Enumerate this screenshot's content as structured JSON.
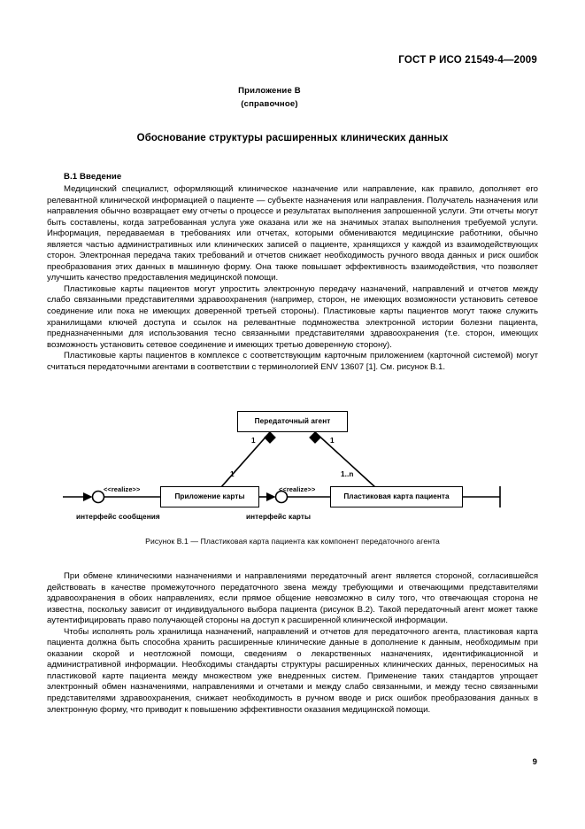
{
  "document": {
    "running_head": "ГОСТ Р ИСО 21549-4—2009",
    "page_number": "9"
  },
  "annex": {
    "label": "Приложение B",
    "kind": "(справочное)",
    "title": "Обоснование структуры расширенных клинических данных"
  },
  "section": {
    "heading": "B.1  Введение",
    "paragraphs": [
      "Медицинский специалист, оформляющий клиническое назначение или направление, как правило, дополняет его релевантной клинической информацией о пациенте — субъекте назначения или направления. Получатель назначения или направления обычно возвращает ему отчеты о процессе и результатах выполнения запрошенной услуги. Эти отчеты могут быть составлены, когда затребованная услуга уже оказана или же на значимых этапах выполнения требуемой услуги. Информация, передаваемая в требованиях или отчетах, которыми обмениваются медицинские работники, обычно является частью административных или клинических записей о пациенте, хранящихся у каждой из взаимодействующих сторон. Электронная передача таких требований и отчетов снижает необходимость ручного ввода данных и риск ошибок преобразования этих данных в машинную форму. Она также повышает эффективность взаимодействия, что позволяет улучшить качество предоставления медицинской помощи.",
      "Пластиковые карты пациентов могут упростить электронную передачу назначений, направлений и отчетов между слабо связанными представителями здравоохранения (например, сторон, не имеющих возможности установить сетевое соединение или пока не имеющих доверенной третьей стороны). Пластиковые карты пациентов могут также служить хранилищами ключей доступа и ссылок на релевантные подмножества электронной истории болезни пациента, предназначенными для использования тесно связанными представителями здравоохранения (т.е. сторон, имеющих возможность установить сетевое соединение и имеющих третью доверенную сторону).",
      "Пластиковые карты пациентов в комплексе с соответствующим карточным приложением (карточной системой) могут считаться передаточными агентами в соответствии с терминологией ENV 13607 [1]. См. рисунок B.1."
    ]
  },
  "figure": {
    "caption": "Рисунок B.1 — Пластиковая карта пациента как компонент передаточного агента",
    "boxes": {
      "agent": "Передаточный агент",
      "card_application": "Приложение карты",
      "patient_card": "Пластиковая карта пациента"
    },
    "multiplicities": {
      "agent_left": "1",
      "agent_right": "1",
      "card_application": "1",
      "patient_card": "1..n"
    },
    "stereotypes": {
      "message": "<<realize>>",
      "card": "<<realize>>"
    },
    "interfaces": {
      "message": "интерфейс сообщения",
      "card": "интерфейс карты"
    }
  },
  "closing": {
    "paragraphs": [
      "При обмене клиническими назначениями и направлениями передаточный агент является стороной, согласившейся действовать в качестве промежуточного передаточного звена между требующими и отвечающими представителями здравоохранения в обоих направлениях, если прямое общение невозможно в силу того, что отвечающая сторона не известна, поскольку зависит от индивидуального выбора пациента (рисунок B.2). Такой передаточный агент может также аутентифицировать право получающей стороны на доступ к расширенной клинической информации.",
      "Чтобы исполнять роль хранилища назначений, направлений и отчетов для передаточного агента, пластиковая карта пациента должна быть способна хранить расширенные клинические данные в дополнение к данным, необходимым при оказании скорой и неотложной помощи, сведениям о лекарственных назначениях, идентификационной и административной информации. Необходимы стандарты структуры расширенных клинических данных, переносимых на пластиковой карте пациента между множеством уже внедренных систем. Применение таких стандартов упрощает электронный обмен назначениями, направлениями и отчетами и между слабо связанными, и между тесно связанными представителями здравоохранения, снижает необходимость в ручном вводе и риск ошибок преобразования данных в электронную форму, что приводит к повышению эффективности оказания медицинской помощи."
    ]
  }
}
